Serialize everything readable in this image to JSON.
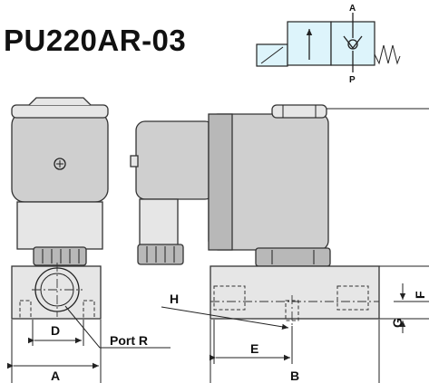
{
  "model_title": "PU220AR-03",
  "symbol": {
    "port_top": "A",
    "port_bottom": "P"
  },
  "dimensions": {
    "A": "A",
    "B": "B",
    "D": "D",
    "E": "E",
    "F": "F",
    "G": "G",
    "H": "H",
    "port_r": "Port  R"
  },
  "colors": {
    "symbol_fill": "#ddf4fb",
    "body_fill": "#e6e6e6",
    "coil_fill": "#cfcfcf"
  }
}
